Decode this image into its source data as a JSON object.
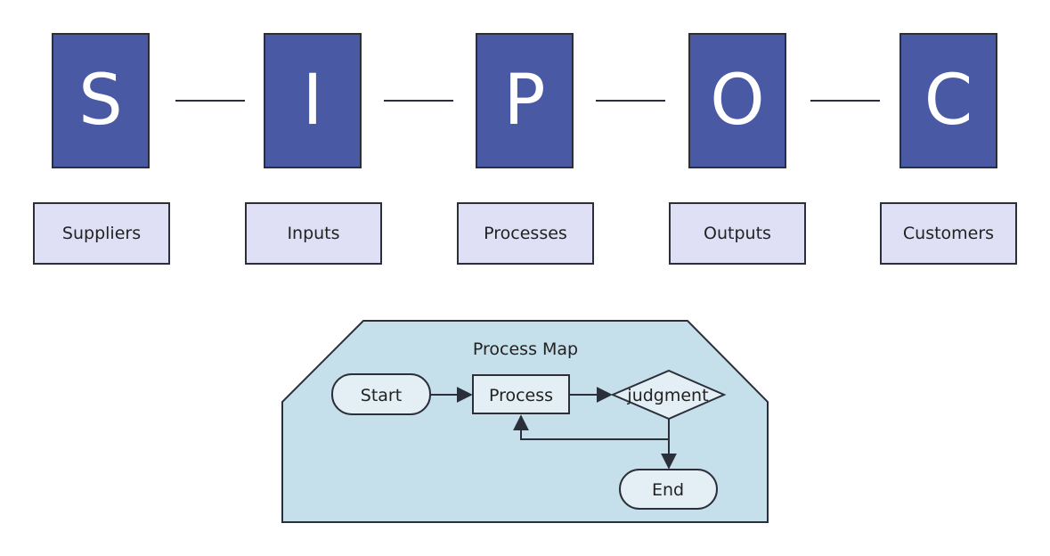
{
  "sipoc": [
    {
      "letter": "S",
      "label": "Suppliers"
    },
    {
      "letter": "I",
      "label": "Inputs"
    },
    {
      "letter": "P",
      "label": "Processes"
    },
    {
      "letter": "O",
      "label": "Outputs"
    },
    {
      "letter": "C",
      "label": "Customers"
    }
  ],
  "process_map": {
    "title": "Process Map",
    "start": "Start",
    "process": "Process",
    "judgment": "judgment",
    "end": "End"
  },
  "colors": {
    "letter_fill": "#4a59a3",
    "label_fill": "#dfe0f5",
    "map_fill": "#c5dfeb",
    "node_fill": "#e3eff5",
    "stroke": "#2b2f3a"
  }
}
